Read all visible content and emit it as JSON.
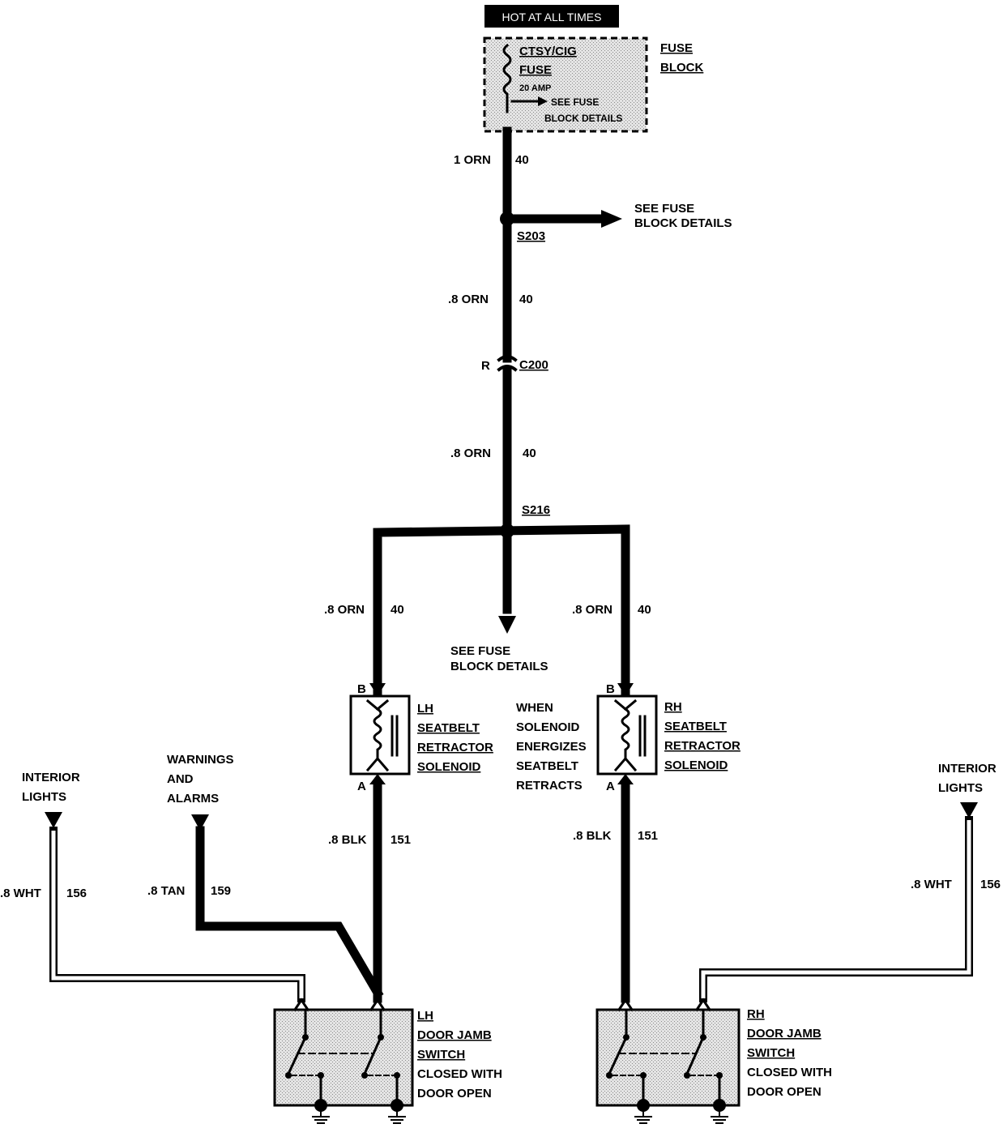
{
  "hot_at_all_times": "HOT AT ALL TIMES",
  "fuse_block": {
    "label1": "FUSE",
    "label2": "BLOCK",
    "fuse_name": "CTSY/CIG",
    "fuse_word": "FUSE",
    "amps": "20 AMP",
    "see1": "SEE FUSE",
    "see2": "BLOCK DETAILS"
  },
  "wires": {
    "w1_label": "1 ORN",
    "w1_num": "40",
    "w2_label": ".8 ORN",
    "w2_num": "40",
    "w3_label": ".8 ORN",
    "w3_num": "40",
    "lh_orn_label": ".8 ORN",
    "lh_orn_num": "40",
    "rh_orn_label": ".8 ORN",
    "rh_orn_num": "40",
    "lh_blk_label": ".8 BLK",
    "lh_blk_num": "151",
    "rh_blk_label": ".8 BLK",
    "rh_blk_num": "151",
    "lh_wht_label": ".8 WHT",
    "lh_wht_num": "156",
    "rh_wht_label": ".8  WHT",
    "rh_wht_num": "156",
    "tan_label": ".8 TAN",
    "tan_num": "159"
  },
  "splices": {
    "s203": "S203",
    "c200_pin": "R",
    "c200": "C200",
    "s216": "S216"
  },
  "see_fuse_1": {
    "line1": "SEE FUSE",
    "line2": "BLOCK DETAILS"
  },
  "see_fuse_2": {
    "line1": "SEE FUSE",
    "line2": "BLOCK DETAILS"
  },
  "pins": {
    "lh_b": "B",
    "lh_a": "A",
    "rh_b": "B",
    "rh_a": "A"
  },
  "lh_solenoid": [
    "LH",
    "SEATBELT",
    "RETRACTOR",
    "SOLENOID"
  ],
  "rh_solenoid": [
    "RH",
    "SEATBELT",
    "RETRACTOR",
    "SOLENOID"
  ],
  "when_note": [
    "WHEN",
    "SOLENOID",
    "ENERGIZES",
    "SEATBELT",
    "RETRACTS"
  ],
  "interior_left": [
    "INTERIOR",
    "LIGHTS"
  ],
  "interior_right": [
    "INTERIOR",
    "LIGHTS"
  ],
  "warnings": [
    "WARNINGS",
    "AND",
    "ALARMS"
  ],
  "lh_switch": [
    "LH",
    "DOOR JAMB",
    "SWITCH",
    "CLOSED WITH",
    "DOOR OPEN"
  ],
  "rh_switch": [
    "RH",
    "DOOR JAMB",
    "SWITCH",
    "CLOSED WITH",
    "DOOR OPEN"
  ]
}
